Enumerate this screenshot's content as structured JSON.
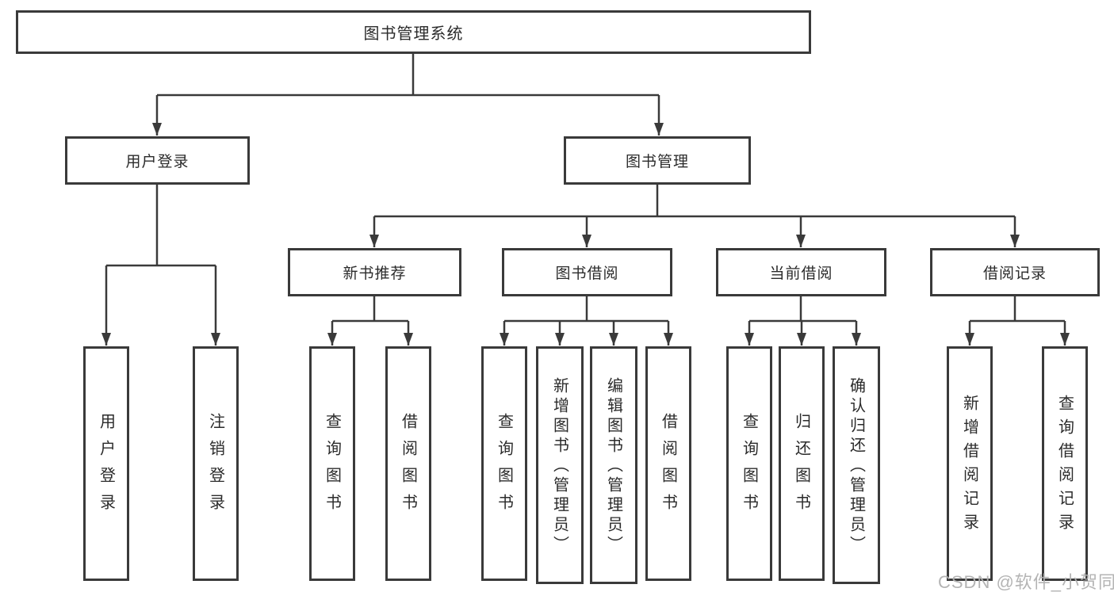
{
  "nodes": {
    "root": {
      "label": "图书管理系统"
    },
    "user_login": {
      "label": "用户登录"
    },
    "book_mgmt": {
      "label": "图书管理"
    },
    "user_login_child": {
      "label": "用户登录"
    },
    "logout": {
      "label": "注销登录"
    },
    "new_book_rec": {
      "label": "新书推荐"
    },
    "book_borrow": {
      "label": "图书借阅"
    },
    "current_borrow": {
      "label": "当前借阅"
    },
    "borrow_records": {
      "label": "借阅记录"
    },
    "nbr_query_book": {
      "label": "查询图书"
    },
    "nbr_borrow_book": {
      "label": "借阅图书"
    },
    "bb_query_book": {
      "label": "查询图书"
    },
    "bb_add_book": {
      "label": "新增图书（管理员）"
    },
    "bb_edit_book": {
      "label": "编辑图书（管理员）"
    },
    "bb_borrow_book": {
      "label": "借阅图书"
    },
    "cb_query_book": {
      "label": "查询图书"
    },
    "cb_return_book": {
      "label": "归还图书"
    },
    "cb_confirm_return": {
      "label": "确认归还（管理员）"
    },
    "br_add_record": {
      "label": "新增借阅记录"
    },
    "br_query_record": {
      "label": "查询借阅记录"
    }
  },
  "hierarchy": {
    "图书管理系统": {
      "用户登录": [
        "用户登录",
        "注销登录"
      ],
      "图书管理": {
        "新书推荐": [
          "查询图书",
          "借阅图书"
        ],
        "图书借阅": [
          "查询图书",
          "新增图书（管理员）",
          "编辑图书（管理员）",
          "借阅图书"
        ],
        "当前借阅": [
          "查询图书",
          "归还图书",
          "确认归还（管理员）"
        ],
        "借阅记录": [
          "新增借阅记录",
          "查询借阅记录"
        ]
      }
    }
  },
  "watermark": {
    "text": "CSDN @软件_小贺同学",
    "color": "#b0b0b0"
  },
  "colors": {
    "line": "#3a3a3a",
    "box_border": "#3a3a3a",
    "text": "#2b2b2b",
    "background": "#ffffff"
  }
}
